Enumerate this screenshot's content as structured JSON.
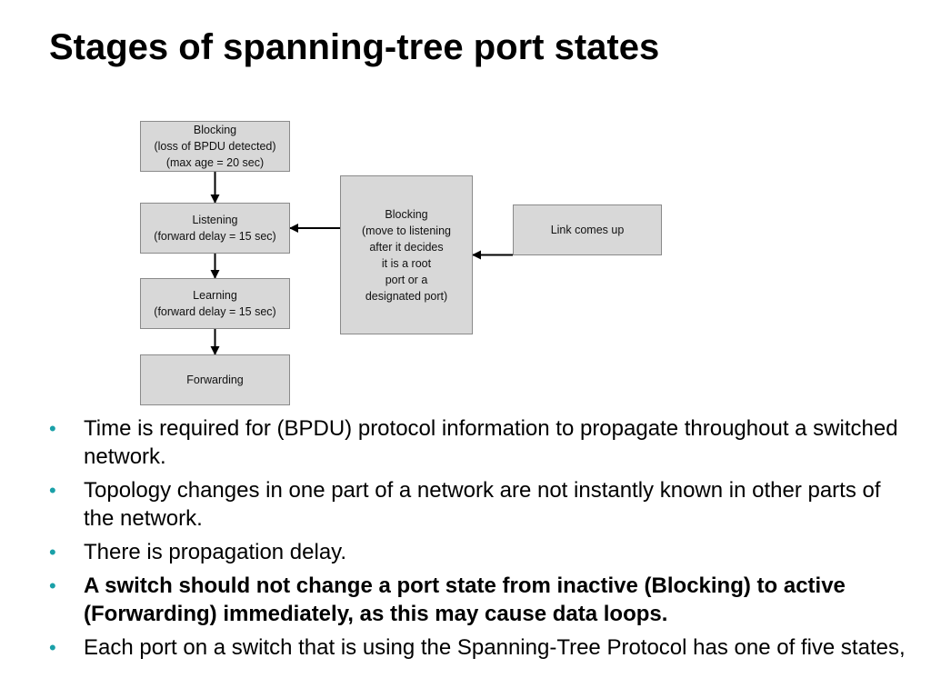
{
  "title": "Stages of spanning-tree port states",
  "diagram": {
    "boxes": [
      {
        "id": "blocking",
        "lines": [
          "Blocking",
          "(loss of BPDU detected)",
          "(max age = 20 sec)"
        ]
      },
      {
        "id": "listening",
        "lines": [
          "Listening",
          "(forward delay = 15 sec)"
        ]
      },
      {
        "id": "learning",
        "lines": [
          "Learning",
          "(forward delay = 15 sec)"
        ]
      },
      {
        "id": "forwarding",
        "lines": [
          "Forwarding"
        ]
      },
      {
        "id": "blocking-move",
        "lines": [
          "Blocking",
          "(move to listening",
          "after it decides",
          "it is a root",
          "port or a",
          "designated port)"
        ]
      },
      {
        "id": "link-up",
        "lines": [
          "Link comes up"
        ]
      }
    ],
    "edges": [
      {
        "from": "blocking",
        "to": "listening"
      },
      {
        "from": "listening",
        "to": "learning"
      },
      {
        "from": "learning",
        "to": "forwarding"
      },
      {
        "from": "blocking-move",
        "to": "listening"
      },
      {
        "from": "link-up",
        "to": "blocking-move"
      }
    ]
  },
  "bullets": [
    {
      "text": "Time is required for (BPDU) protocol information to propagate throughout a switched network.",
      "bold": false
    },
    {
      "text": "Topology changes in one part of a network are not instantly known in other parts of the network.",
      "bold": false
    },
    {
      "text": "There is propagation delay.",
      "bold": false
    },
    {
      "text": "A switch should not change a port state from inactive (Blocking) to active (Forwarding) immediately, as this may cause data loops.",
      "bold": true
    },
    {
      "text": "Each port on a switch that is using the Spanning-Tree Protocol has one of five states,",
      "bold": false
    }
  ],
  "colors": {
    "bullet": "#1aa0a8",
    "box_fill": "#d8d8d8",
    "box_border": "#8a8a8a"
  }
}
